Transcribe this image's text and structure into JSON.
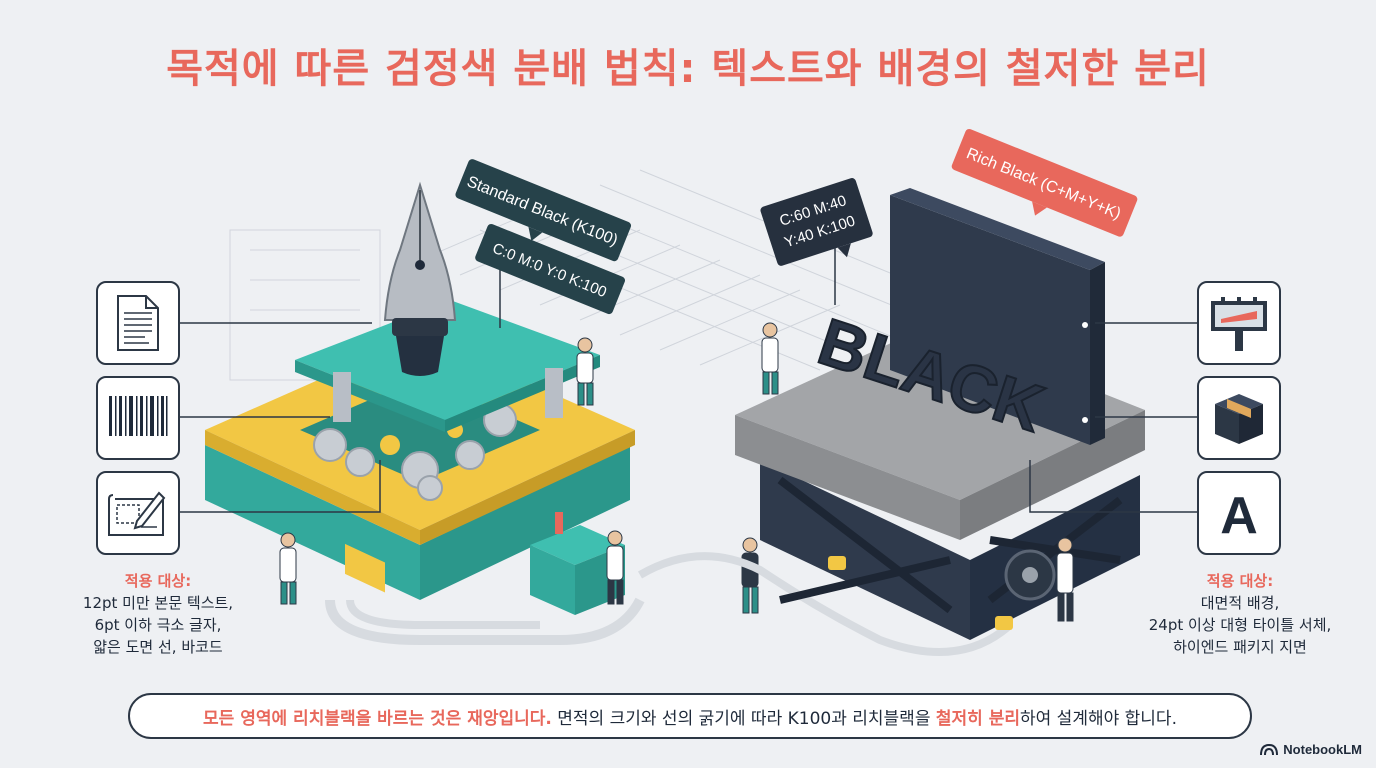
{
  "title": "목적에 따른 검정색 분배 법칙: 텍스트와 배경의 철저한 분리",
  "left": {
    "callout_title": "Standard Black (K100)",
    "callout_value": "C:0 M:0 Y:0 K:100",
    "icons": [
      "document-icon",
      "barcode-icon",
      "blueprint-icon"
    ],
    "apply_label": "적용 대상:",
    "apply_lines": [
      "12pt 미만 본문 텍스트,",
      "6pt 이하 극소 글자,",
      "얇은 도면 선, 바코드"
    ]
  },
  "right": {
    "callout_title": "Rich Black (C+M+Y+K)",
    "callout_value_line1": "C:60 M:40",
    "callout_value_line2": "Y:40 K:100",
    "block_word": "BLACK",
    "icons": [
      "billboard-icon",
      "package-icon",
      "font-letter-icon"
    ],
    "font_letter": "A",
    "apply_label": "적용 대상:",
    "apply_lines": [
      "대면적 배경,",
      "24pt 이상 대형 타이틀 서체,",
      "하이엔드 패키지 지면"
    ]
  },
  "bottom": {
    "part1": "모든 영역에 리치블랙을 바르는 것은 재앙입니다.",
    "part2": " 면적의 크기와 선의 굵기에 따라 K100과 리치블랙을 ",
    "part3": "철저히 분리",
    "part4": "하여 설계해야 합니다."
  },
  "brand": "NotebookLM",
  "colors": {
    "accent": "#e8685c",
    "dark": "#2c3745",
    "teal": "#3fbfb0",
    "yellow": "#f2c744",
    "navy": "#2f3a4c",
    "concrete": "#9a9c9f"
  }
}
